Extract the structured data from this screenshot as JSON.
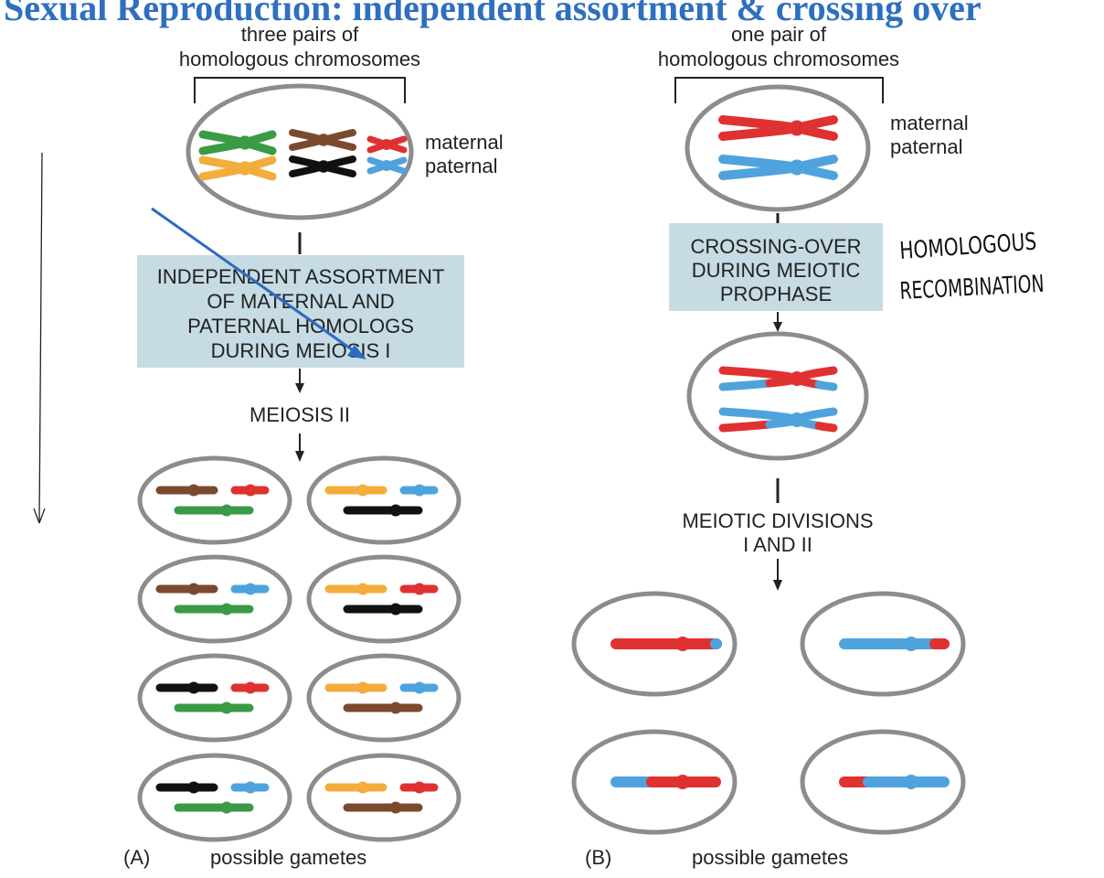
{
  "title": "Sexual Reproduction: independent assortment & crossing over",
  "colors": {
    "title": "#2e6fbf",
    "cell_outline": "#8c8c8c",
    "box_fill": "#c6dbe3",
    "maternal_red": "#e03131",
    "paternal_blue": "#4fa3dd",
    "green": "#3a9a45",
    "orange": "#f2ad3b",
    "brown": "#7b4a2e",
    "black": "#111111",
    "annotation_arrow": "#2e6bbf"
  },
  "panel_a": {
    "label": "(A)",
    "top_label_line1": "three pairs of",
    "top_label_line2": "homologous chromosomes",
    "legend_maternal": "maternal",
    "legend_paternal": "paternal",
    "box_lines": [
      "INDEPENDENT ASSORTMENT",
      "OF MATERNAL AND",
      "PATERNAL HOMOLOGS",
      "DURING MEIOSIS I"
    ],
    "step_label": "MEIOSIS II",
    "bottom_label": "possible gametes",
    "gametes": [
      {
        "big": "green",
        "small1": "brown",
        "small2": "red"
      },
      {
        "big": "black",
        "small1": "orange",
        "small2": "blue"
      },
      {
        "big": "green",
        "small1": "brown",
        "small2": "blue"
      },
      {
        "big": "black",
        "small1": "orange",
        "small2": "red"
      },
      {
        "big": "green",
        "small1": "black",
        "small2": "red"
      },
      {
        "big": "brown",
        "small1": "orange",
        "small2": "blue"
      },
      {
        "big": "green",
        "small1": "black",
        "small2": "blue"
      },
      {
        "big": "brown",
        "small1": "orange",
        "small2": "red"
      }
    ]
  },
  "panel_b": {
    "label": "(B)",
    "top_label_line1": "one pair of",
    "top_label_line2": "homologous chromosomes",
    "legend_maternal": "maternal",
    "legend_paternal": "paternal",
    "box_lines": [
      "CROSSING-OVER",
      "DURING MEIOTIC",
      "PROPHASE"
    ],
    "handwritten_line1": "HOMOLOGOUS",
    "handwritten_line2": "RECOMBINATION",
    "step_label_line1": "MEIOTIC DIVISIONS",
    "step_label_line2": "I AND II",
    "bottom_label": "possible gametes"
  }
}
